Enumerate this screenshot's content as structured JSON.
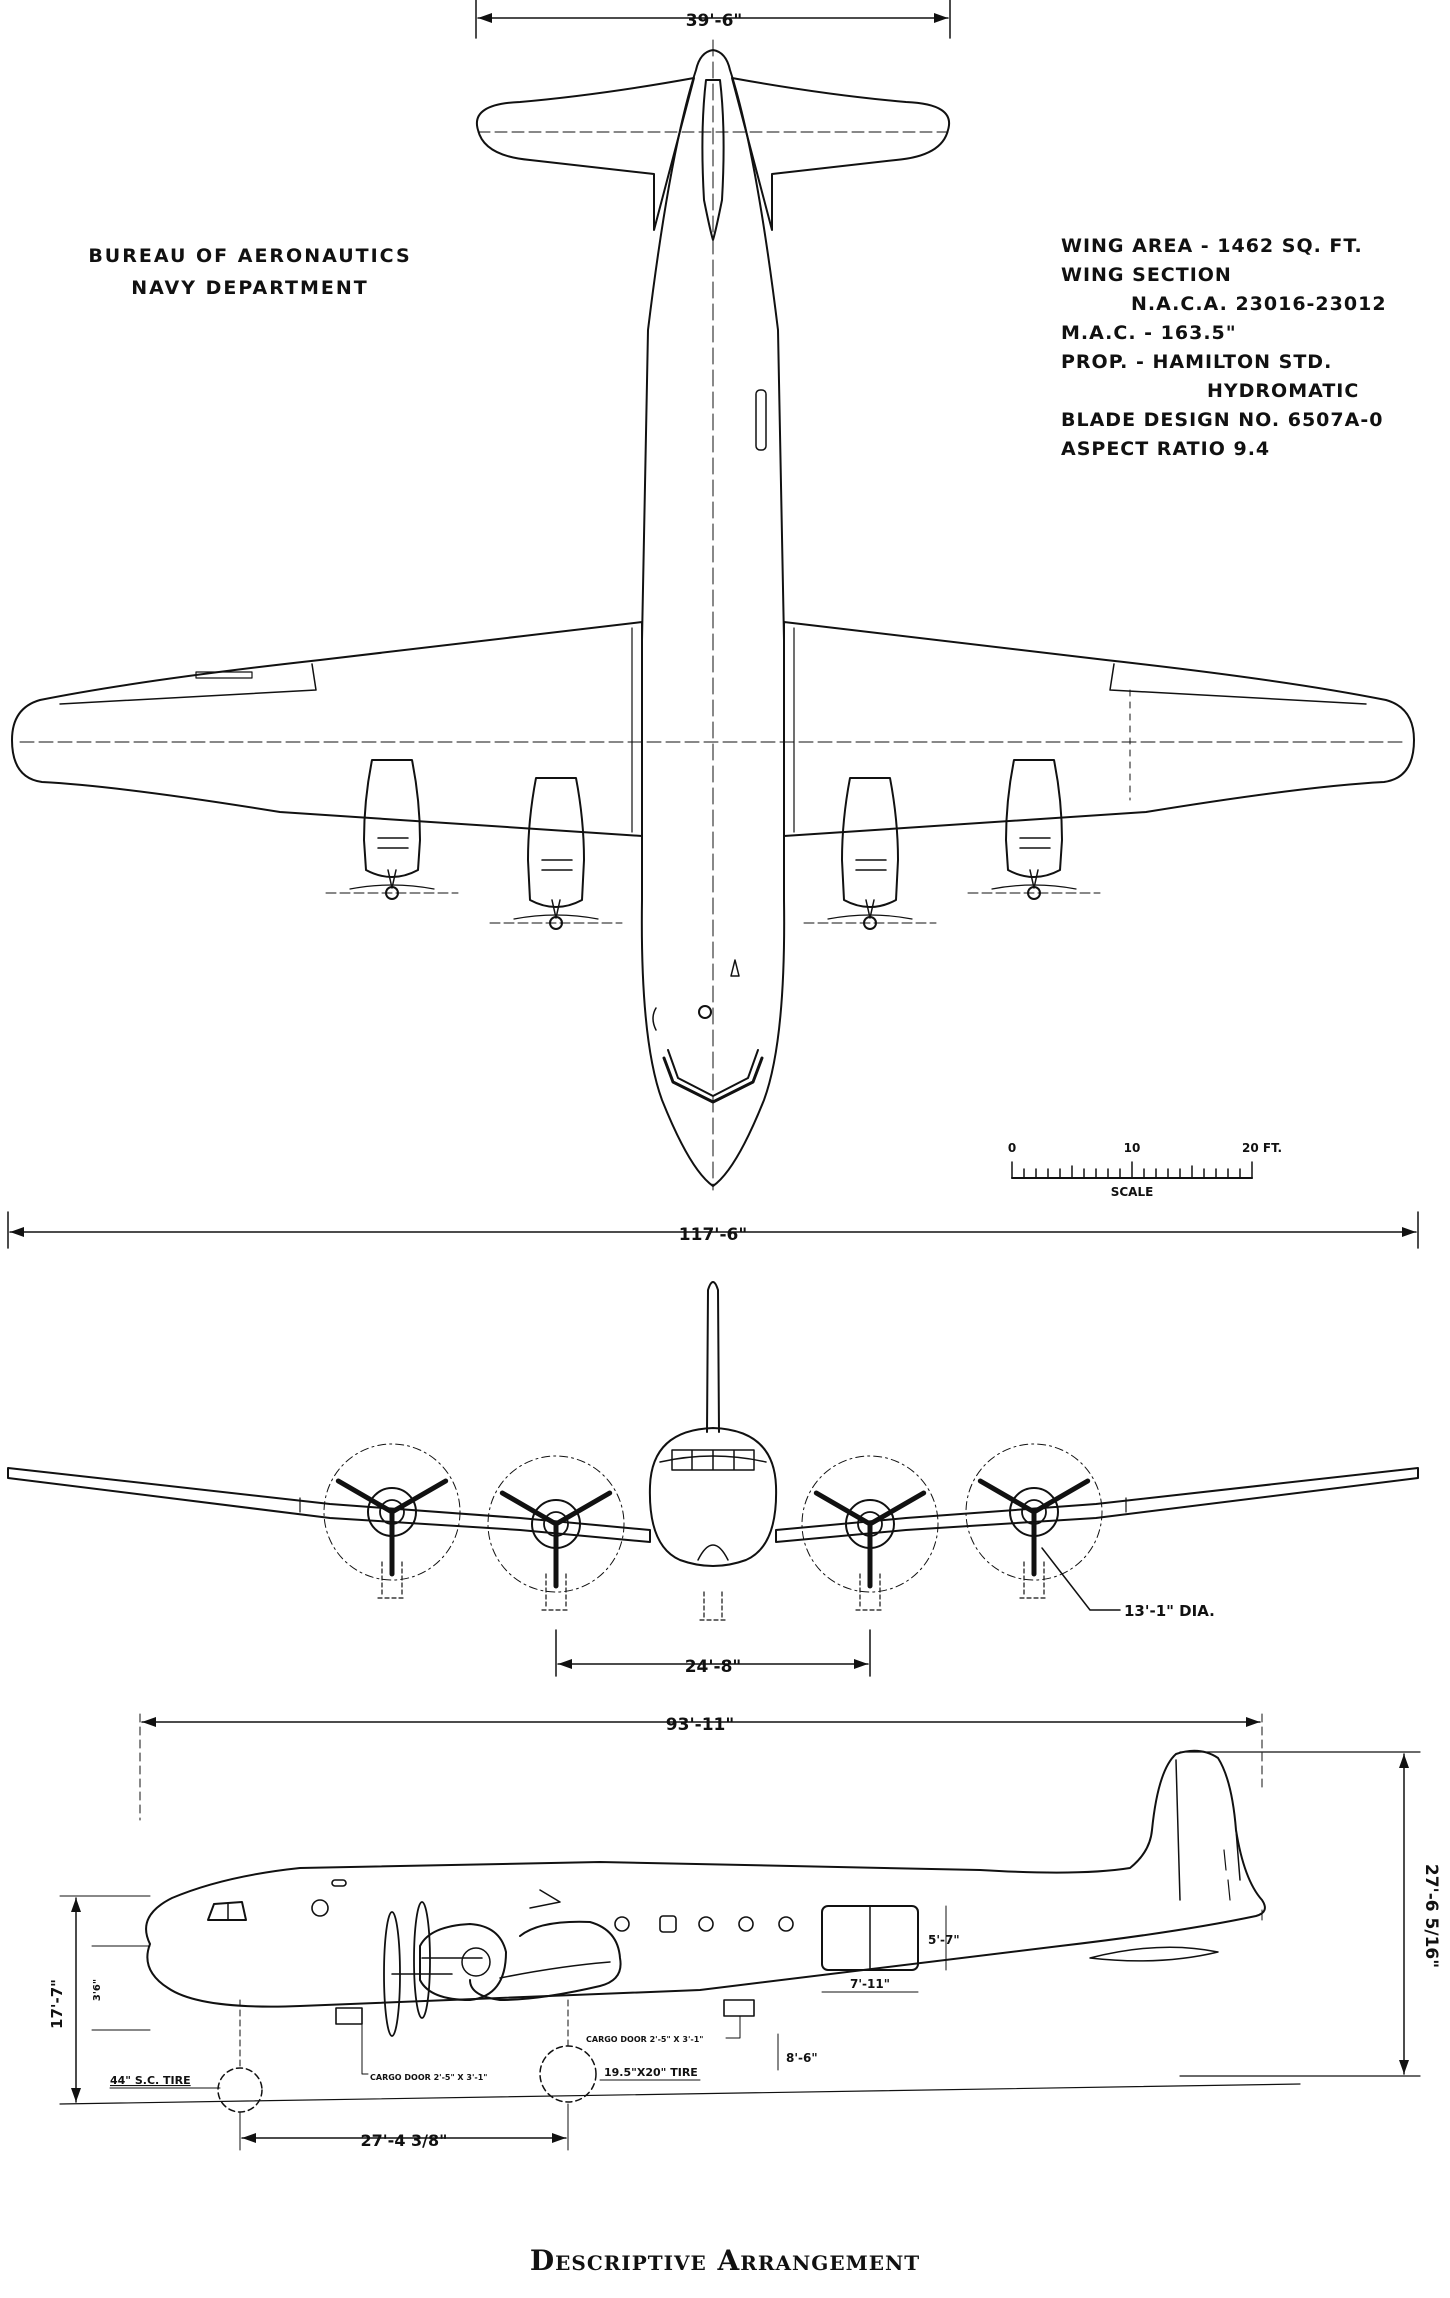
{
  "header": {
    "line1": "BUREAU OF AERONAUTICS",
    "line2": "NAVY DEPARTMENT"
  },
  "specs": [
    {
      "label": "WING AREA - 1462 SQ. FT."
    },
    {
      "label": "WING SECTION"
    },
    {
      "label": "N.A.C.A. 23016-23012",
      "indent": true
    },
    {
      "label": "M.A.C. - 163.5\""
    },
    {
      "label": "PROP. - HAMILTON STD."
    },
    {
      "label": "HYDROMATIC",
      "indent2": true
    },
    {
      "label": "BLADE DESIGN NO. 6507A-0"
    },
    {
      "label": "ASPECT RATIO 9.4"
    }
  ],
  "scale": {
    "ticks": [
      "0",
      "10",
      "20 FT."
    ],
    "label": "SCALE"
  },
  "dimensions": {
    "tail_span": "39'-6\"",
    "wing_span": "117'-6\"",
    "tread": "24'-8\"",
    "prop_dia": "13'-1\" DIA.",
    "length": "93'-11\"",
    "height": "27'-6 5/16\"",
    "ground_height": "17'-7\"",
    "nose_clearance": "3'6\"",
    "wheelbase": "27'-4 3/8\"",
    "door_height": "5'-7\"",
    "door_width": "7'-11\"",
    "door_sill": "8'-6\""
  },
  "callouts": {
    "nose_tire": "44\" S.C. TIRE",
    "main_tire": "19.5\"X20\" TIRE",
    "cargo_door_lower": "CARGO DOOR 2'-5\" X 3'-1\"",
    "cargo_door_upper": "CARGO DOOR 2'-5\" X 3'-1\""
  },
  "caption": "Descriptive Arrangement"
}
